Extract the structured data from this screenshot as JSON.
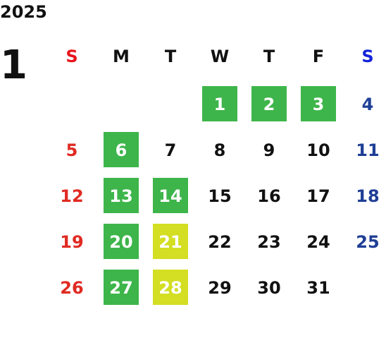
{
  "calendar": {
    "year": "2025",
    "month": "1",
    "weekdays": [
      "S",
      "M",
      "T",
      "W",
      "T",
      "F",
      "S"
    ],
    "first_weekday_index": 3,
    "days": [
      {
        "day": "1",
        "highlight": "#3db54a"
      },
      {
        "day": "2",
        "highlight": "#3db54a"
      },
      {
        "day": "3",
        "highlight": "#3db54a"
      },
      {
        "day": "4",
        "highlight": ""
      },
      {
        "day": "5",
        "highlight": ""
      },
      {
        "day": "6",
        "highlight": "#3db54a"
      },
      {
        "day": "7",
        "highlight": ""
      },
      {
        "day": "8",
        "highlight": ""
      },
      {
        "day": "9",
        "highlight": ""
      },
      {
        "day": "10",
        "highlight": ""
      },
      {
        "day": "11",
        "highlight": ""
      },
      {
        "day": "12",
        "highlight": ""
      },
      {
        "day": "13",
        "highlight": "#3db54a"
      },
      {
        "day": "14",
        "highlight": "#3db54a"
      },
      {
        "day": "15",
        "highlight": ""
      },
      {
        "day": "16",
        "highlight": ""
      },
      {
        "day": "17",
        "highlight": ""
      },
      {
        "day": "18",
        "highlight": ""
      },
      {
        "day": "19",
        "highlight": ""
      },
      {
        "day": "20",
        "highlight": "#3db54a"
      },
      {
        "day": "21",
        "highlight": "#d4de22"
      },
      {
        "day": "22",
        "highlight": ""
      },
      {
        "day": "23",
        "highlight": ""
      },
      {
        "day": "24",
        "highlight": ""
      },
      {
        "day": "25",
        "highlight": ""
      },
      {
        "day": "26",
        "highlight": ""
      },
      {
        "day": "27",
        "highlight": "#3db54a"
      },
      {
        "day": "28",
        "highlight": "#d4de22"
      },
      {
        "day": "29",
        "highlight": ""
      },
      {
        "day": "30",
        "highlight": ""
      },
      {
        "day": "31",
        "highlight": ""
      }
    ]
  },
  "colors": {
    "green_highlight": "#3db54a",
    "yellow_highlight": "#d4de22",
    "sunday_header": "#e8141c",
    "saturday_header": "#1424d8",
    "sunday_day": "#e02a22",
    "saturday_day": "#1f3f96"
  }
}
